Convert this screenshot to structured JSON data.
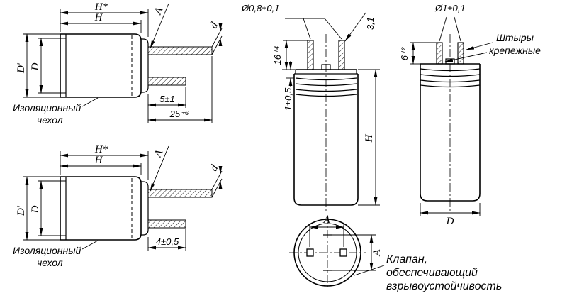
{
  "drawing": {
    "background": "#ffffff",
    "ink": "#000000"
  },
  "side_view_top": {
    "dim_h_star": "H*",
    "dim_h": "H",
    "dim_d_outer": "D'",
    "dim_d": "D",
    "dim_a": "A",
    "dim_lead_d": "d",
    "dim_lead_short": "5±1",
    "dim_lead_long": "25⁺⁶",
    "label_sleeve_1": "Изоляционный",
    "label_sleeve_2": "чехол"
  },
  "side_view_bottom": {
    "dim_h_star": "H*",
    "dim_h": "H",
    "dim_d_outer": "D'",
    "dim_d": "D",
    "dim_a": "A",
    "dim_lead_d": "d",
    "dim_lead_short": "4±0,5",
    "label_sleeve_1": "Изоляционный",
    "label_sleeve_2": "чехол"
  },
  "front_view_center": {
    "dim_pin_dia": "Ø0,8±0,1",
    "dim_pin_edge": "3,1",
    "dim_pin_len": "16⁺⁴",
    "dim_step": "1±0,5",
    "dim_h": "H"
  },
  "bottom_view": {
    "dim_a_horizontal": "A",
    "dim_a_vertical": "A",
    "label_valve_1": "Клапан,",
    "label_valve_2": "обеспечивающий",
    "label_valve_3": "взрывоустойчивость"
  },
  "front_view_right": {
    "dim_pin_dia": "Ø1±0,1",
    "label_pins_1": "Штыры",
    "label_pins_2": "крепежные",
    "dim_pin_len": "6⁺²",
    "dim_d": "D"
  }
}
